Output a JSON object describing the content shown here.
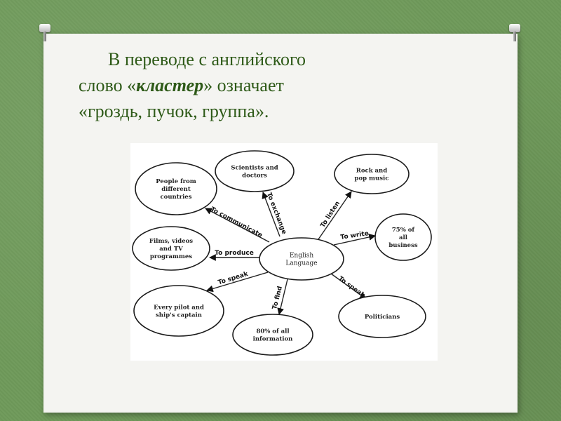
{
  "slide": {
    "line1": "В переводе с английского",
    "line2_before": "слово «",
    "line2_emph": "кластер",
    "line2_after": "» означает",
    "line3": "«гроздь, пучок, группа»."
  },
  "diagram": {
    "center": [
      "English",
      "Language"
    ],
    "nodes": [
      {
        "id": "scientists",
        "lines": [
          "Scientists and",
          "doctors"
        ]
      },
      {
        "id": "rock",
        "lines": [
          "Rock and",
          "pop music"
        ]
      },
      {
        "id": "people",
        "lines": [
          "People from",
          "different",
          "countries"
        ]
      },
      {
        "id": "films",
        "lines": [
          "Films, videos",
          "and TV",
          "programmes"
        ]
      },
      {
        "id": "pilot",
        "lines": [
          "Every pilot and",
          "ship's captain"
        ]
      },
      {
        "id": "info",
        "lines": [
          "80% of all",
          "information"
        ]
      },
      {
        "id": "politicians",
        "lines": [
          "Politicians"
        ]
      },
      {
        "id": "business",
        "lines": [
          "75% of",
          "all",
          "business"
        ]
      }
    ],
    "edges": [
      {
        "target": "people",
        "label": "To communicate"
      },
      {
        "target": "scientists",
        "label": "To exchange"
      },
      {
        "target": "rock",
        "label": "To listen"
      },
      {
        "target": "business",
        "label": "To write"
      },
      {
        "target": "films",
        "label": "To produce"
      },
      {
        "target": "pilot",
        "label": "To speak"
      },
      {
        "target": "info",
        "label": "To find"
      },
      {
        "target": "politicians",
        "label": "To speak"
      }
    ]
  }
}
